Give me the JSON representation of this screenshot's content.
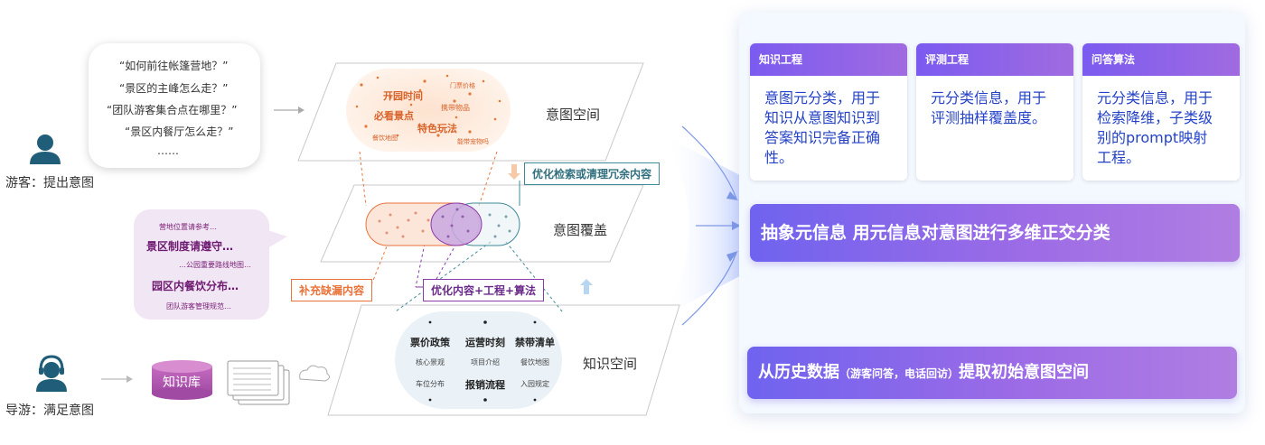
{
  "visitor": {
    "questions": [
      "“如何前往帐篷营地？”",
      "“景区的主峰怎么走？”",
      "“团队游客集合点在哪里？”",
      "“景区内餐厅怎么走？”",
      "……"
    ],
    "label": "游客：提出意图"
  },
  "guide": {
    "snippets": {
      "s1": "营地位置请参考…",
      "s2": "景区制度请遵守…",
      "s3": "…公园重要路线地图…",
      "s4": "园区内餐饮分布…",
      "s5": "团队游客管理规范…"
    },
    "label": "导游：满足意图",
    "kb_label": "知识库"
  },
  "planes": {
    "intent_space": "意图空间",
    "intent_coverage": "意图覆盖",
    "knowledge_space": "知识空间"
  },
  "intent_cloud": {
    "w1": "开园时间",
    "w2": "门票价格",
    "w3": "必看景点",
    "w4": "携带物品",
    "w5": "特色玩法",
    "w6": "餐饮地图",
    "w7": "能带宠物吗"
  },
  "callouts": {
    "optimize_search": "优化检索或清理冗余内容",
    "fill_missing": "补充缺漏内容",
    "optimize_content": "优化内容+工程+算法"
  },
  "knowledge_items": {
    "k1": "票价政策",
    "k2": "运营时刻",
    "k3": "禁带清单",
    "k4": "核心景观",
    "k5": "项目介绍",
    "k6": "餐饮地图",
    "k7": "车位分布",
    "k8": "报销流程",
    "k9": "入园规定"
  },
  "cards": [
    {
      "title": "知识工程",
      "lines": [
        "意图元分类，用于",
        "知识从意图知识到",
        "答案知识完备正确",
        "性。"
      ]
    },
    {
      "title": "评测工程",
      "lines": [
        "元分类信息，用于",
        "评测抽样覆盖度。"
      ]
    },
    {
      "title": "问答算法",
      "lines": [
        "元分类信息，用于",
        "检索降维，子类级",
        "别的prompt映射",
        "工程。"
      ]
    }
  ],
  "band_middle": "抽象元信息 用元信息对意图进行多维正交分类",
  "band_bottom": {
    "main_left": "从历史数据",
    "paren": "（游客问答，电话回访）",
    "main_right": "提取初始意图空间"
  },
  "colors": {
    "orange": "#e9733a",
    "purple": "#8a3aa8",
    "teal": "#3e8a9a",
    "card_blue": "#2442c8",
    "band_gradient_start": "#6f63ef",
    "band_gradient_end": "#b07ee2",
    "person_icon": "#1f5d78"
  }
}
